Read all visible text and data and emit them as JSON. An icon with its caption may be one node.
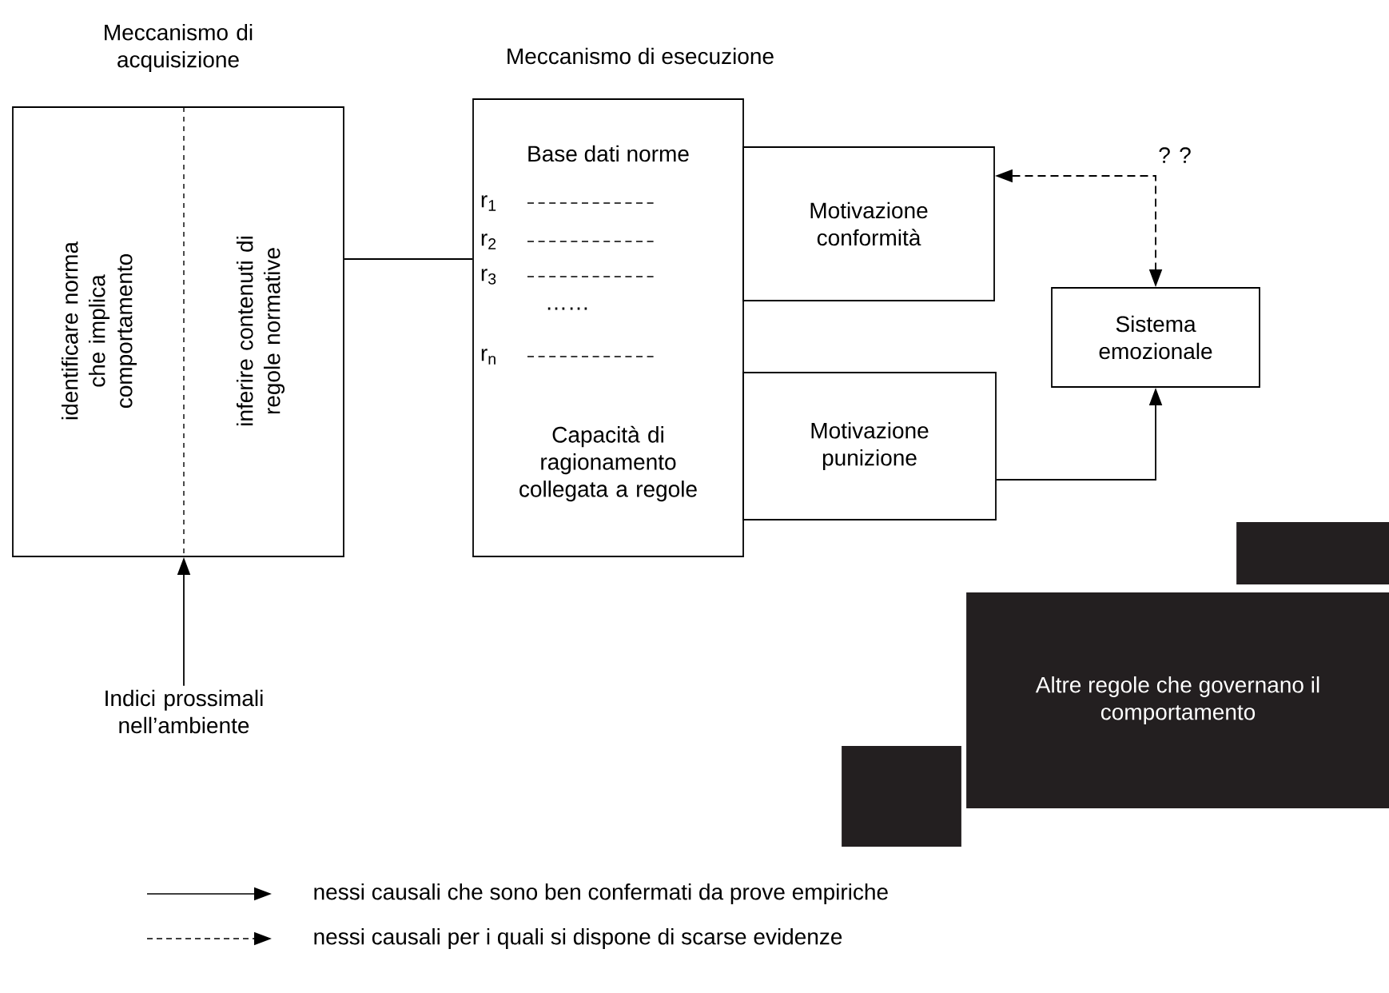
{
  "diagram": {
    "nodes": [
      {
        "text": [
          "Meccanismo di acquisizione",
          "identificare norma che implica comportamento",
          "inferire contenuti di regole normative"
        ]
      },
      {
        "text": [
          "Meccanismo di esecuzione",
          "Base dati norme",
          "Capacità di ragionamento collegata a regole"
        ]
      },
      {
        "text": [
          "Motivazione conformità"
        ]
      },
      {
        "text": [
          "Motivazione punizione"
        ]
      },
      {
        "text": [
          "Sistema emozionale"
        ]
      },
      {
        "text": [
          "Altre regole che governano il comportamento"
        ]
      },
      {
        "text": [],
        "shape": "box"
      },
      {
        "text": [],
        "shape": "box"
      },
      {
        "text": [
          "Indici prossimali nell’ambiente"
        ]
      }
    ],
    "edges": [
      {
        "from": 0,
        "to": 1,
        "arrow": "none"
      },
      {
        "from": 2,
        "to": 4,
        "arrow": "both",
        "style": "dashed",
        "label": "? ?"
      },
      {
        "from": 3,
        "to": 4,
        "arrow": "to"
      },
      {
        "from": 8,
        "to": 0,
        "arrow": "to"
      }
    ],
    "labels": [
      "r$_{1}$",
      "r$_{2}$",
      "r$_{3}$",
      "……",
      "r$_{n}$"
    ],
    "legend": [
      {
        "text": "nessi causali che sono ben confermati da prove empiriche"
      },
      {
        "text": "nessi causali per i quali si dispone di scarse evidenze"
      }
    ]
  }
}
